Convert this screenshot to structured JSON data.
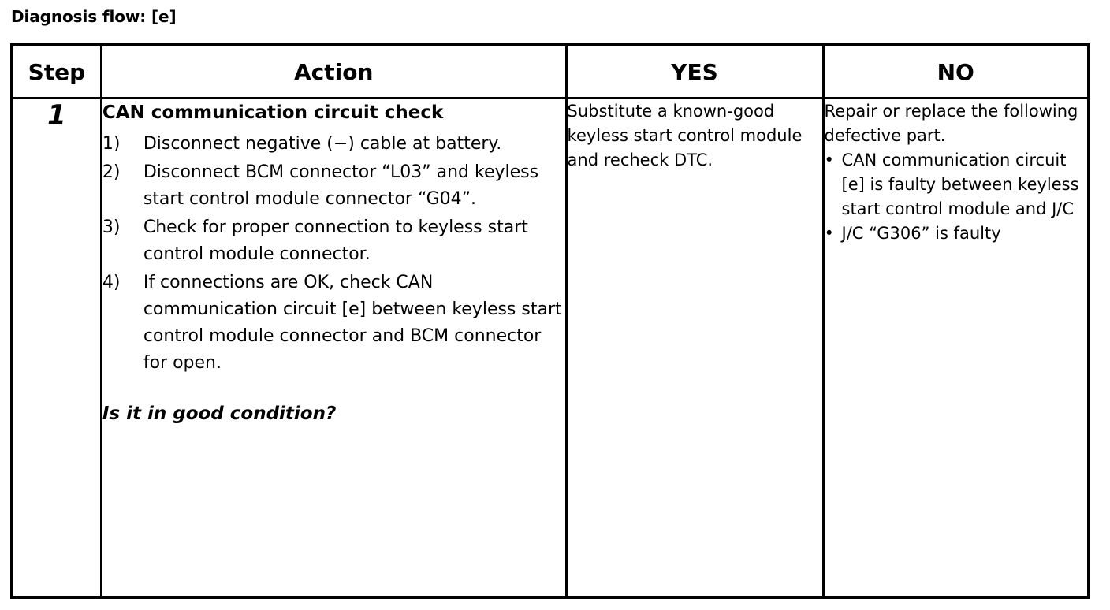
{
  "title": "Diagnosis flow: [e]",
  "table": {
    "headers": {
      "step": "Step",
      "action": "Action",
      "yes": "YES",
      "no": "NO"
    },
    "rows": [
      {
        "step": "1",
        "action": {
          "heading": "CAN communication circuit check",
          "steps": [
            {
              "marker": "1)",
              "text": "Disconnect negative (−) cable at battery."
            },
            {
              "marker": "2)",
              "text": "Disconnect BCM connector “L03” and keyless start control module connector “G04”."
            },
            {
              "marker": "3)",
              "text": "Check for proper connection to keyless start control module connector."
            },
            {
              "marker": "4)",
              "text": "If connections are OK, check CAN communication circuit [e] between keyless start control module connector and BCM connector for open."
            }
          ],
          "question": "Is it in good condition?"
        },
        "yes": {
          "text": "Substitute a known-good keyless start control module and recheck DTC."
        },
        "no": {
          "text": "Repair or replace the following defective part.",
          "bullets": [
            {
              "dot": "•",
              "text": "CAN communication circuit [e] is faulty between keyless start control module and J/C"
            },
            {
              "dot": "•",
              "text": "J/C “G306” is faulty"
            }
          ]
        }
      }
    ]
  }
}
